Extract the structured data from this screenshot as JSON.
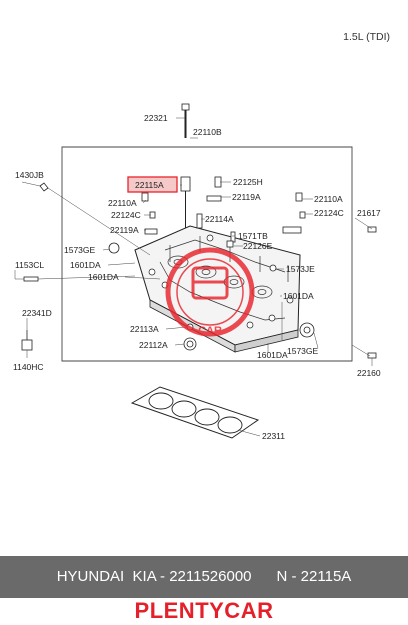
{
  "variant_label": "1.5L (TDI)",
  "part_labels": [
    {
      "id": "22321",
      "text": "22321"
    },
    {
      "id": "22110B",
      "text": "22110B"
    },
    {
      "id": "1430JB",
      "text": "1430JB"
    },
    {
      "id": "22115A",
      "text": "22115A"
    },
    {
      "id": "22125H",
      "text": "22125H"
    },
    {
      "id": "22119A-r",
      "text": "22119A"
    },
    {
      "id": "22110A-r",
      "text": "22110A"
    },
    {
      "id": "22124C-r",
      "text": "22124C"
    },
    {
      "id": "21617",
      "text": "21617"
    },
    {
      "id": "22110A-l",
      "text": "22110A"
    },
    {
      "id": "22124C-l",
      "text": "22124C"
    },
    {
      "id": "22114A",
      "text": "22114A"
    },
    {
      "id": "22119A-l",
      "text": "22119A"
    },
    {
      "id": "1571TB",
      "text": "1571TB"
    },
    {
      "id": "22126E",
      "text": "22126E"
    },
    {
      "id": "1573GE-l",
      "text": "1573GE"
    },
    {
      "id": "1153CL",
      "text": "1153CL"
    },
    {
      "id": "1601DA-a",
      "text": "1601DA"
    },
    {
      "id": "1573JE",
      "text": "1573JE"
    },
    {
      "id": "1601DA-b",
      "text": "1601DA"
    },
    {
      "id": "1601DA-c",
      "text": "1601DA"
    },
    {
      "id": "22341D",
      "text": "22341D"
    },
    {
      "id": "22113A",
      "text": "22113A"
    },
    {
      "id": "22112A",
      "text": "22112A"
    },
    {
      "id": "1601DA-d",
      "text": "1601DA"
    },
    {
      "id": "1573GE-r",
      "text": "1573GE"
    },
    {
      "id": "1140HC",
      "text": "1140HC"
    },
    {
      "id": "22160",
      "text": "22160"
    },
    {
      "id": "22311",
      "text": "22311"
    }
  ],
  "watermark": {
    "text": "CAR"
  },
  "footer": {
    "text": "HYUNDAI  KIA - 2211526000      N - 22115A"
  },
  "brand": {
    "text": "PLENTYCAR"
  },
  "colors": {
    "highlight": "#e8242b",
    "footer_bg": "#6a6a6a",
    "brand": "#e4202a",
    "line": "#333333"
  }
}
